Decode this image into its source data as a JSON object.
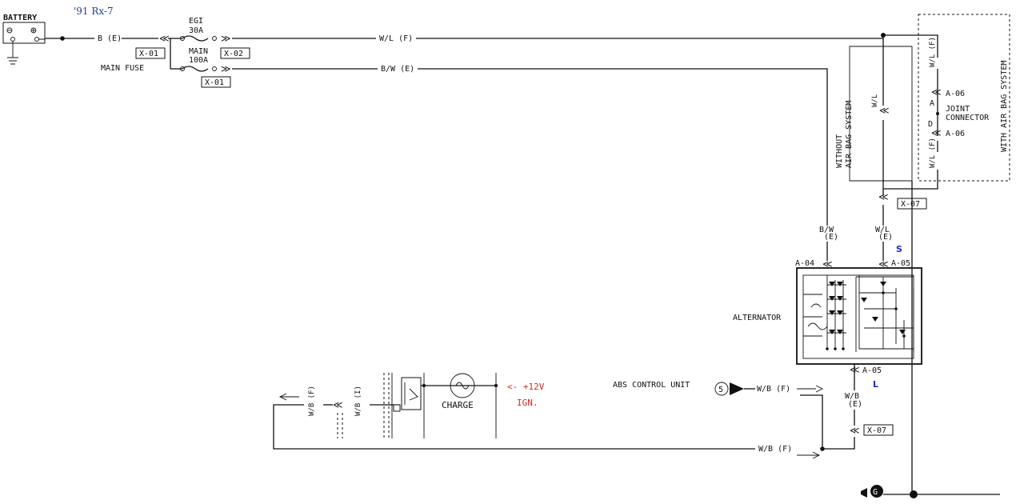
{
  "title": "'91 Rx-7",
  "battery": {
    "label": "BATTERY",
    "minus": "⊖",
    "plus": "⊕"
  },
  "fuses": {
    "egi_name": "EGI",
    "egi_rating": "30A",
    "main_name": "MAIN",
    "main_rating": "100A",
    "main_fuse_label": "MAIN FUSE"
  },
  "connectors": {
    "x01_top": "X-01",
    "x02": "X-02",
    "x01_bottom": "X-01",
    "x07_top": "X-07",
    "x07_bottom": "X-07",
    "a04": "A-04",
    "a05_top": "A-05",
    "a05_bottom": "A-05",
    "a06_top": "A-06",
    "a06_bottom": "A-06"
  },
  "wires": {
    "be": "B (E)",
    "wl_f": "W/L (F)",
    "bw_e": "B/W (E)",
    "bw_e_vertical": "B/W (E)",
    "wl_e_vertical": "W/L (E)",
    "wb_f_abs": "W/B (F)",
    "wb_e": "W/B (E)",
    "wb_f_bottom": "W/B (F)",
    "wl_tag": "W/L",
    "wl_f_tag": "W/L (F)",
    "wb_f_rot": "W/B (F)",
    "wb_i_rot": "W/B (I)"
  },
  "sections": {
    "without_airbag": [
      "WITHOUT",
      "AIR BAG SYSTEM"
    ],
    "with_airbag": "WITH AIR BAG SYSTEM"
  },
  "joint_connector": {
    "line1": "JOINT",
    "line2": "CONNECTOR",
    "pin_a": "A",
    "pin_d": "D"
  },
  "terminals": {
    "s": "S",
    "l": "L"
  },
  "components": {
    "alternator": "ALTERNATOR",
    "abs_unit": "ABS CONTROL UNIT",
    "abs_pin": "5",
    "charge": "CHARGE",
    "ground_symbol": "G"
  },
  "annotation": {
    "line1": "<- +12V",
    "line2": "IGN."
  }
}
